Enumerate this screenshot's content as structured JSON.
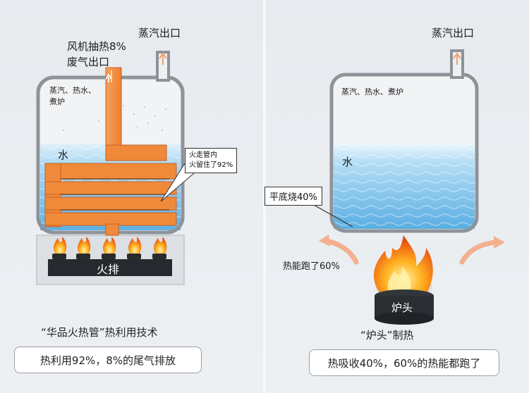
{
  "left": {
    "steam_outlet": "蒸汽出口",
    "fan_exhaust": "风机抽热8%",
    "waste_gas_outlet": "废气出口",
    "tank_contents_line1": "蒸汽、热水、",
    "tank_contents_line2": "煮炉",
    "water": "水",
    "callout_line1": "火走管内",
    "callout_line2": "火留住了92%",
    "grate": "火排",
    "title": "“华品火热管”热利用技术",
    "summary": "热利用92%，8%的尾气排放"
  },
  "right": {
    "steam_outlet": "蒸汽出口",
    "tank_contents": "蒸汽、热水、煮炉",
    "water": "水",
    "flat_bottom": "平底烧40%",
    "heat_escape": "热能跑了60%",
    "burner": "炉头",
    "title": "“炉头”制热",
    "summary": "热吸收40%，60%的热能都跑了"
  },
  "colors": {
    "pipe_orange": "#f08a3c",
    "water_blue": "#7cc3ec",
    "tank_wall": "#8e9399",
    "arrow": "#f0a070"
  }
}
